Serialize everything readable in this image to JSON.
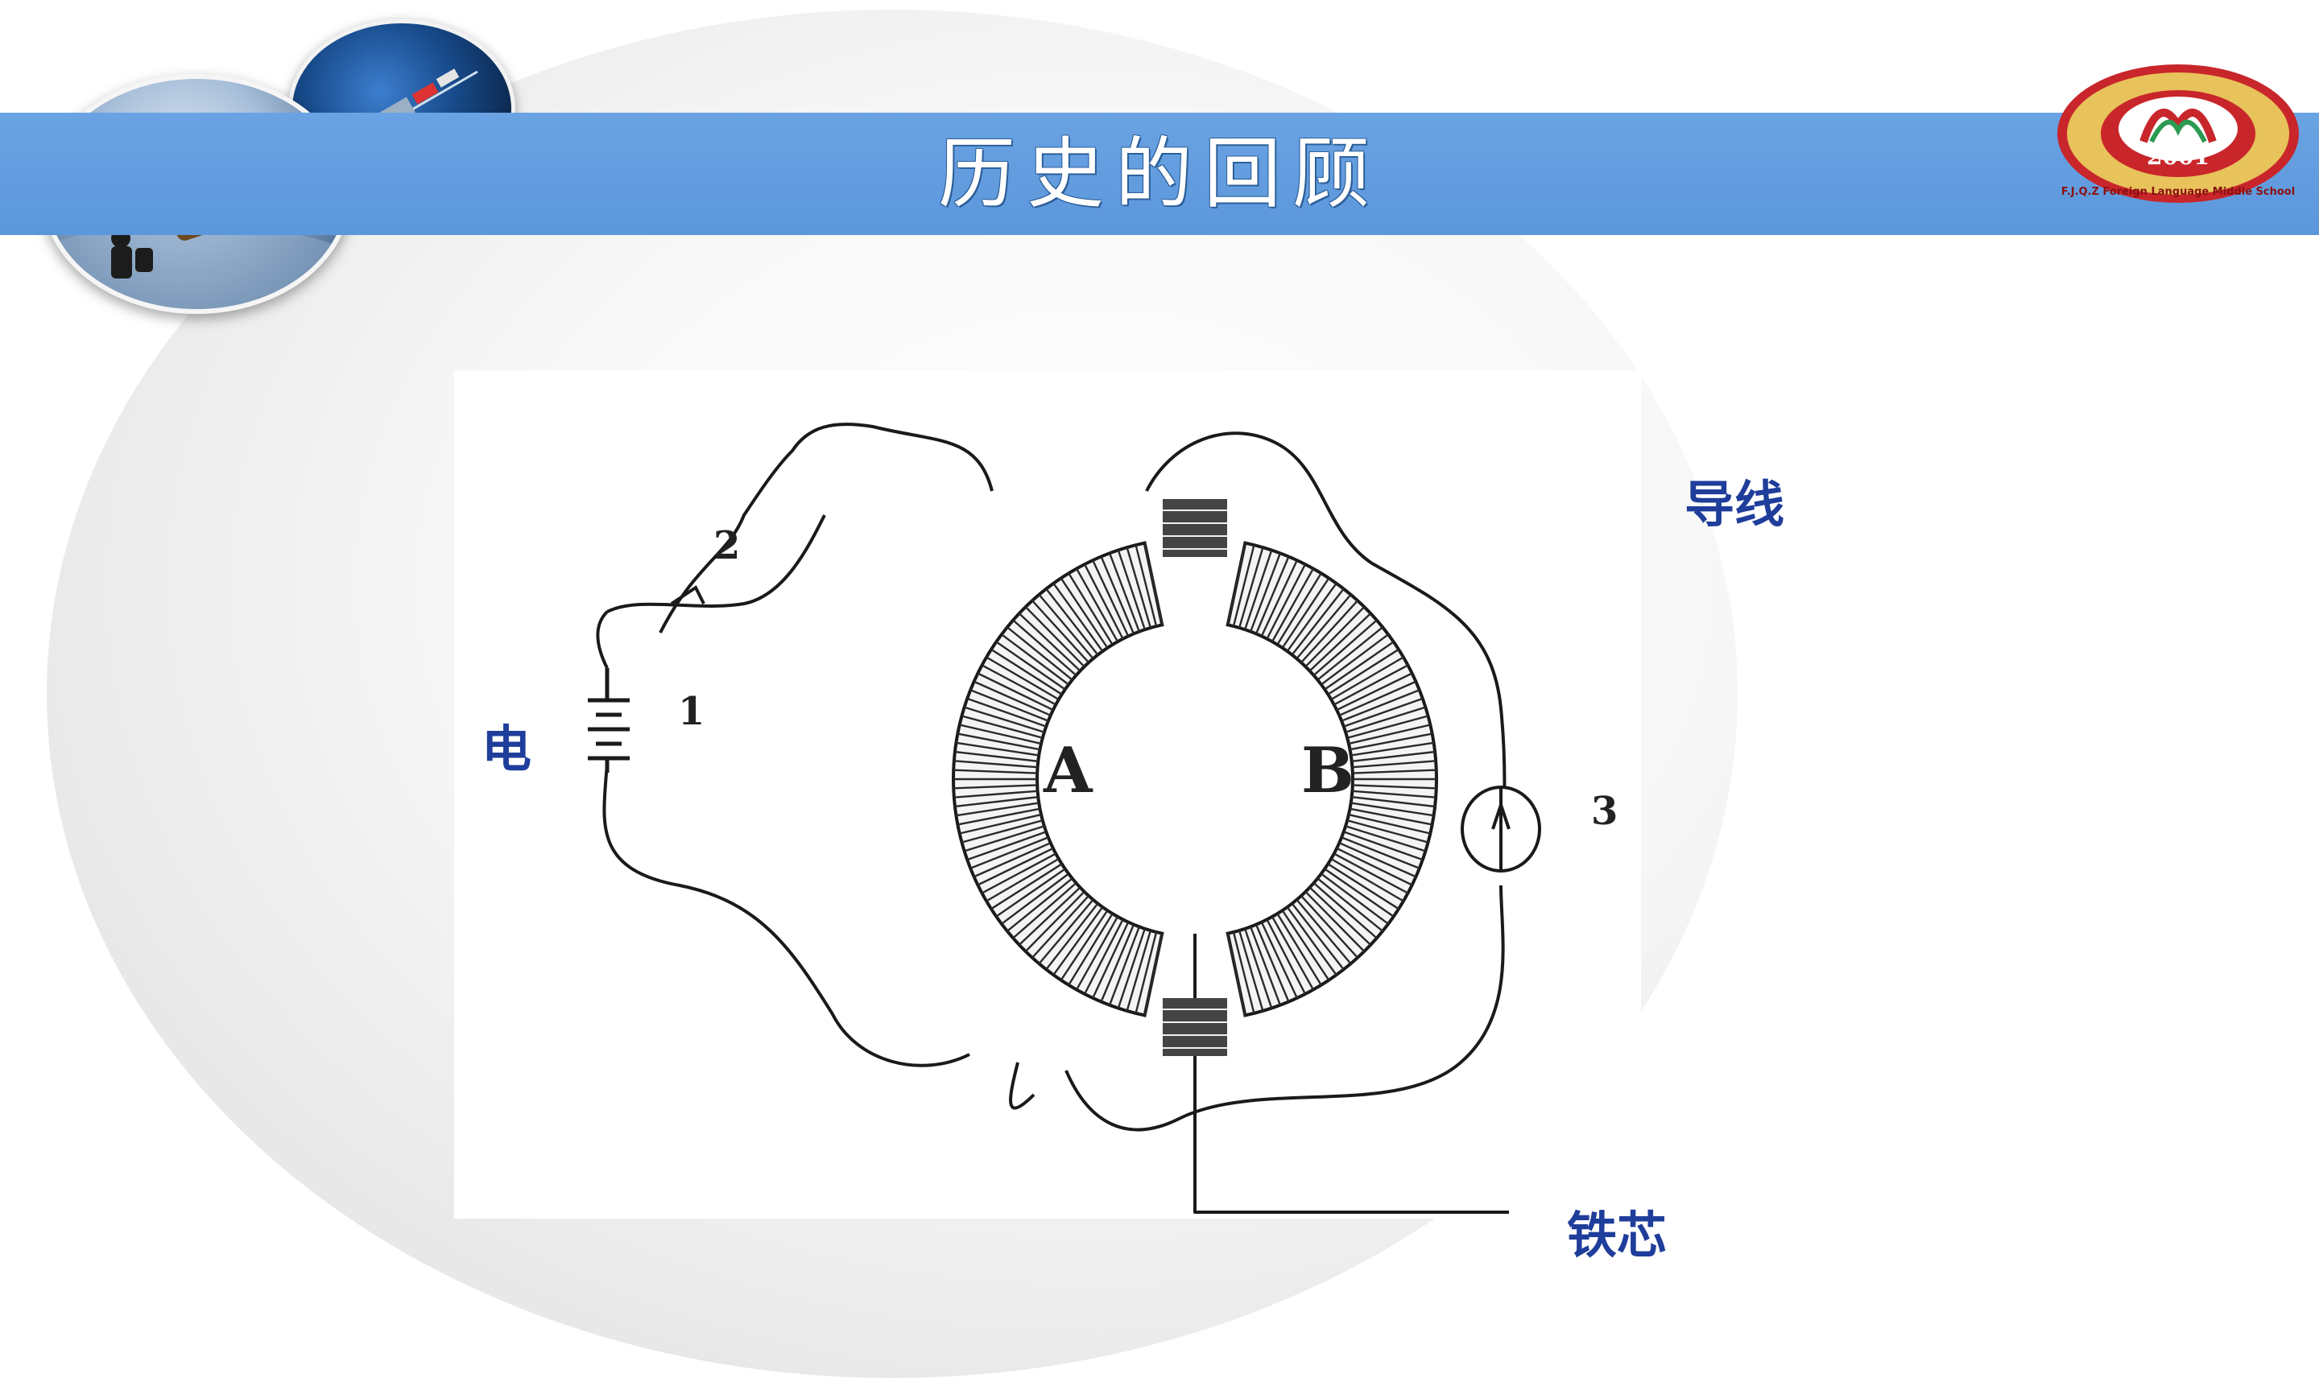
{
  "header": {
    "title": "历史的回顾"
  },
  "emblem": {
    "year": "2001",
    "ring_text": "F.J.Q.Z Foreign Language Middle School"
  },
  "diagram": {
    "coil_a_label": "A",
    "coil_b_label": "B",
    "switch_number": "2",
    "battery_number": "1",
    "meter_number": "3",
    "battery_label": "电",
    "wire_label": "导线",
    "core_label": "铁芯"
  },
  "colors": {
    "title_band": "#5c97dc",
    "label_blue": "#1f3d9a",
    "emblem_red": "#c8262b",
    "emblem_gold": "#e8c25a"
  }
}
